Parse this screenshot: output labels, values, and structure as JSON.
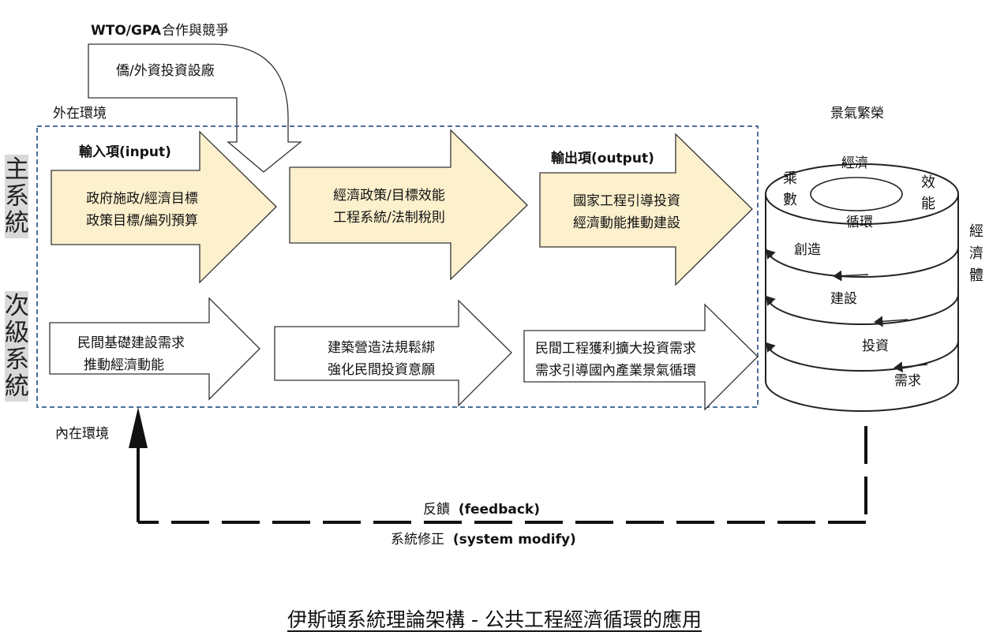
{
  "title": "伊斯頓系統理論架構 - 公共工程經濟循環的應用",
  "top": {
    "wto_label": "WTO/GPA",
    "wto_text": "合作與競爭",
    "foreign_invest": "僑/外資投資設廠",
    "external_env": "外在環境",
    "internal_env": "內在環境"
  },
  "side_labels": {
    "main_system": [
      "主",
      "系",
      "統"
    ],
    "sub_system": [
      "次",
      "級",
      "系",
      "統"
    ]
  },
  "main_row": {
    "input_label": "輸入項(input)",
    "output_label": "輸出項(output)",
    "arrow1": [
      "政府施政/經濟目標",
      "政策目標/編列預算"
    ],
    "arrow2": [
      "經濟政策/目標效能",
      "工程系統/法制稅則"
    ],
    "arrow3": [
      "國家工程引導投資",
      "經濟動能推動建設"
    ],
    "fill_color": "#fdf0cd"
  },
  "sub_row": {
    "arrow1": [
      "民間基礎建設需求",
      "推動經濟動能"
    ],
    "arrow2": [
      "建築營造法規鬆綁",
      "強化民間投資意願"
    ],
    "arrow3": [
      "民間工程獲利擴大投資需求",
      "需求引導國內產業景氣循環"
    ]
  },
  "economy": {
    "prosperity": "景氣繁榮",
    "ring_top": "經濟",
    "ring_bottom": "循環",
    "left_col": [
      "乘",
      "數"
    ],
    "right_col": [
      "效",
      "能"
    ],
    "layer_labels": [
      "創造",
      "建設",
      "投資",
      "需求"
    ],
    "body_label": [
      "經",
      "濟",
      "體"
    ]
  },
  "feedback": {
    "feedback_label": "反饋",
    "feedback_en": "(feedback)",
    "modify_label": "系統修正",
    "modify_en": "(system modify)"
  },
  "colors": {
    "dashed_box": "#4a6f96",
    "arrow_stroke": "#333333"
  }
}
